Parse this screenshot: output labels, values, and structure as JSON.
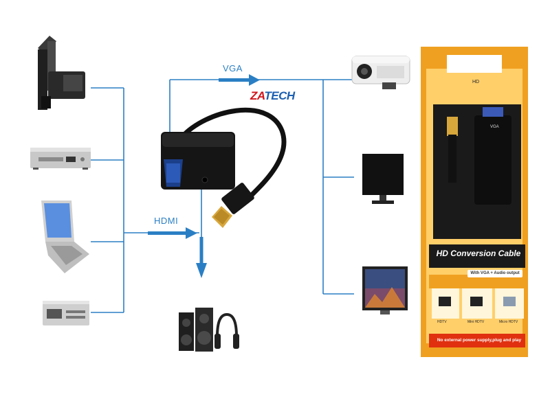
{
  "brand": {
    "logo_left": "ZA",
    "logo_right": "TECH"
  },
  "diagram": {
    "vga_label": "VGA",
    "hdmi_label": "HDMI"
  },
  "package": {
    "tag": "HD",
    "title": "HD Conversion Cable",
    "subtitle": "With VGA + Audio output",
    "thumbs": [
      "HDTV",
      "Mini HDTV",
      "Micro HDTV"
    ],
    "footer": "No external power supply,plug and play"
  },
  "adapter": {
    "port_label": "VGA"
  },
  "colors": {
    "line": "#2a7fc4",
    "box_orange": "#f0a020",
    "box_black": "#111111",
    "logo_red": "#d0141c",
    "logo_blue": "#1c5fb0"
  }
}
